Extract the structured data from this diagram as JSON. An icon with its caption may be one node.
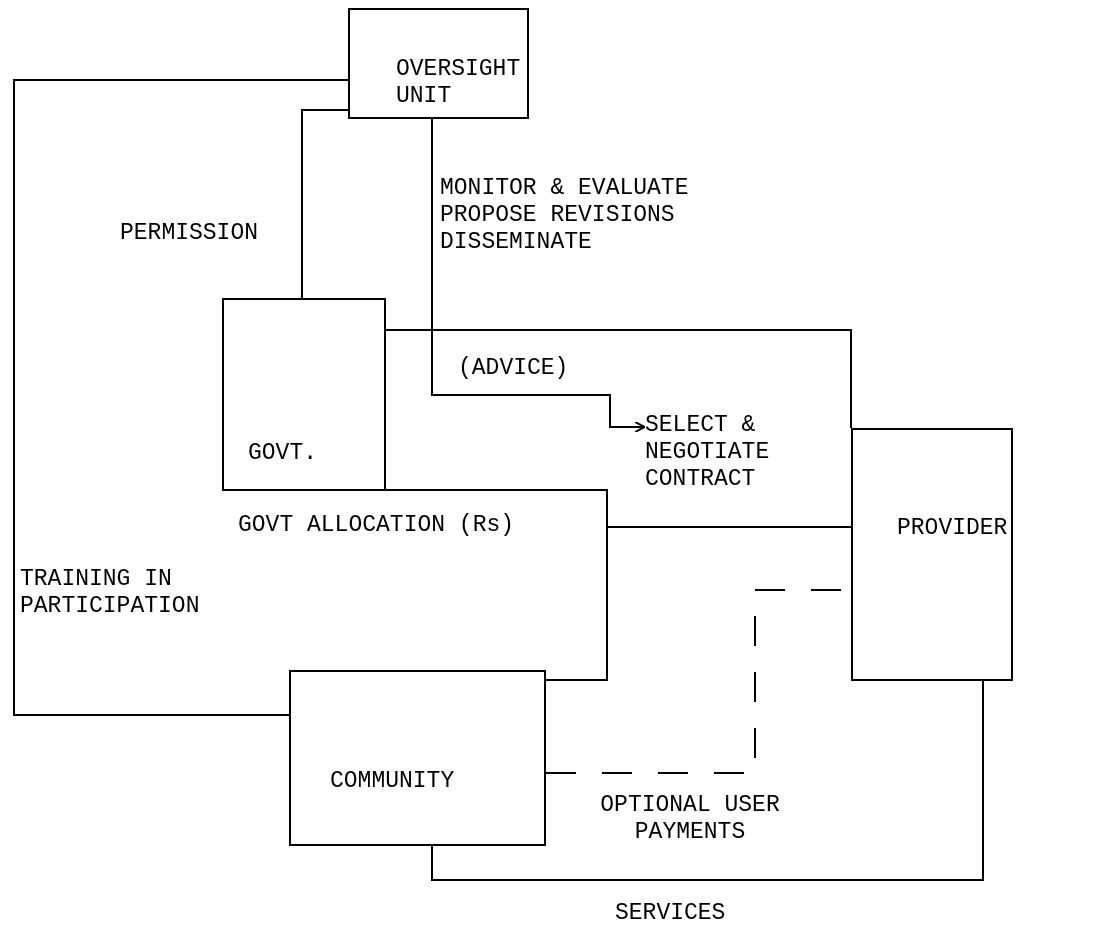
{
  "diagram": {
    "nodes": [
      {
        "text": [
          "OVERSIGHT UNIT"
        ],
        "beside": [
          "MONITOR & EVALUATE",
          "PROPOSE REVISIONS",
          "DISSEMINATE"
        ]
      },
      {
        "text": [
          "GOVT."
        ]
      },
      {
        "text": [
          "PROVIDER"
        ]
      },
      {
        "text": [
          "COMMUNITY"
        ]
      },
      {
        "text": [
          "SELECT & NEGOTIATE CONTRACT"
        ]
      }
    ],
    "edges": [
      {
        "from": 0,
        "to": 3,
        "arrow": "none",
        "label": "TRAINING IN PARTICIPATION"
      },
      {
        "from": 0,
        "to": 1,
        "arrow": "none",
        "label": "PERMISSION"
      },
      {
        "from": 0,
        "to": 4,
        "arrow": "to",
        "label": "(ADVICE)"
      },
      {
        "from": 1,
        "to": 2,
        "arrow": "none"
      },
      {
        "from": 1,
        "to": 3,
        "arrow": "none",
        "label": "GOVT ALLOCATION (Rs)"
      },
      {
        "from": 1,
        "to": 2,
        "arrow": "none"
      },
      {
        "from": 3,
        "to": 2,
        "arrow": "none",
        "style": "dashed",
        "label": "OPTIONAL USER PAYMENTS"
      },
      {
        "from": 2,
        "to": 3,
        "arrow": "none",
        "label": "SERVICES"
      }
    ]
  }
}
